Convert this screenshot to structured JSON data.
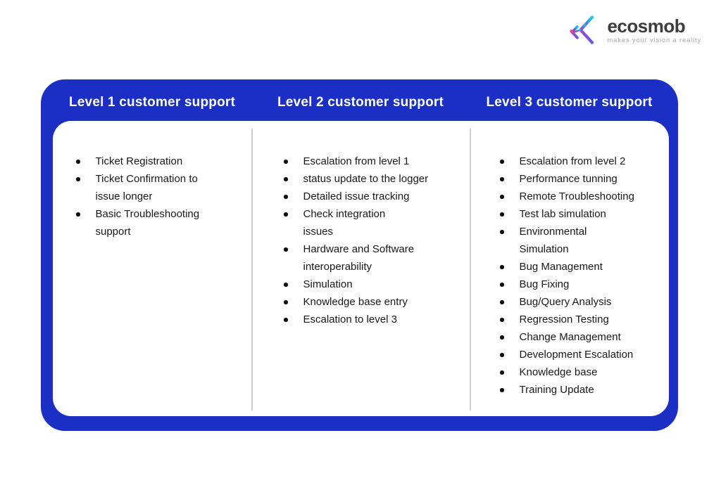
{
  "logo": {
    "brand": "ecosmob",
    "tagline": "makes your vision a reality",
    "icon": "ecosmob-hub-icon",
    "icon_gradient": [
      "#ee3f9b",
      "#6e51e0",
      "#1ecbe8"
    ]
  },
  "colors": {
    "primary_blue": "#1b2fc5",
    "divider": "#cfcfcf",
    "text": "#171717",
    "title_text": "#ffffff",
    "brand_text": "#3d3d3d",
    "tagline_text": "#a7a7a7"
  },
  "columns": [
    {
      "title": "Level 1 customer support",
      "items": [
        "Ticket Registration",
        "Ticket Confirmation to\nissue longer",
        "Basic Troubleshooting\nsupport"
      ]
    },
    {
      "title": "Level 2 customer support",
      "items": [
        "Escalation from level 1",
        "status update to the logger",
        "Detailed issue tracking",
        "Check integration\nissues",
        "Hardware and Software\ninteroperability",
        "Simulation",
        "Knowledge base entry",
        "Escalation to level 3"
      ]
    },
    {
      "title": "Level 3 customer support",
      "items": [
        "Escalation from level 2",
        "Performance tunning",
        "Remote Troubleshooting",
        "Test lab simulation",
        "Environmental\nSimulation",
        "Bug Management",
        "Bug Fixing",
        "Bug/Query Analysis",
        "Regression Testing",
        "Change Management",
        "Development Escalation",
        "Knowledge base",
        "Training Update"
      ]
    }
  ]
}
